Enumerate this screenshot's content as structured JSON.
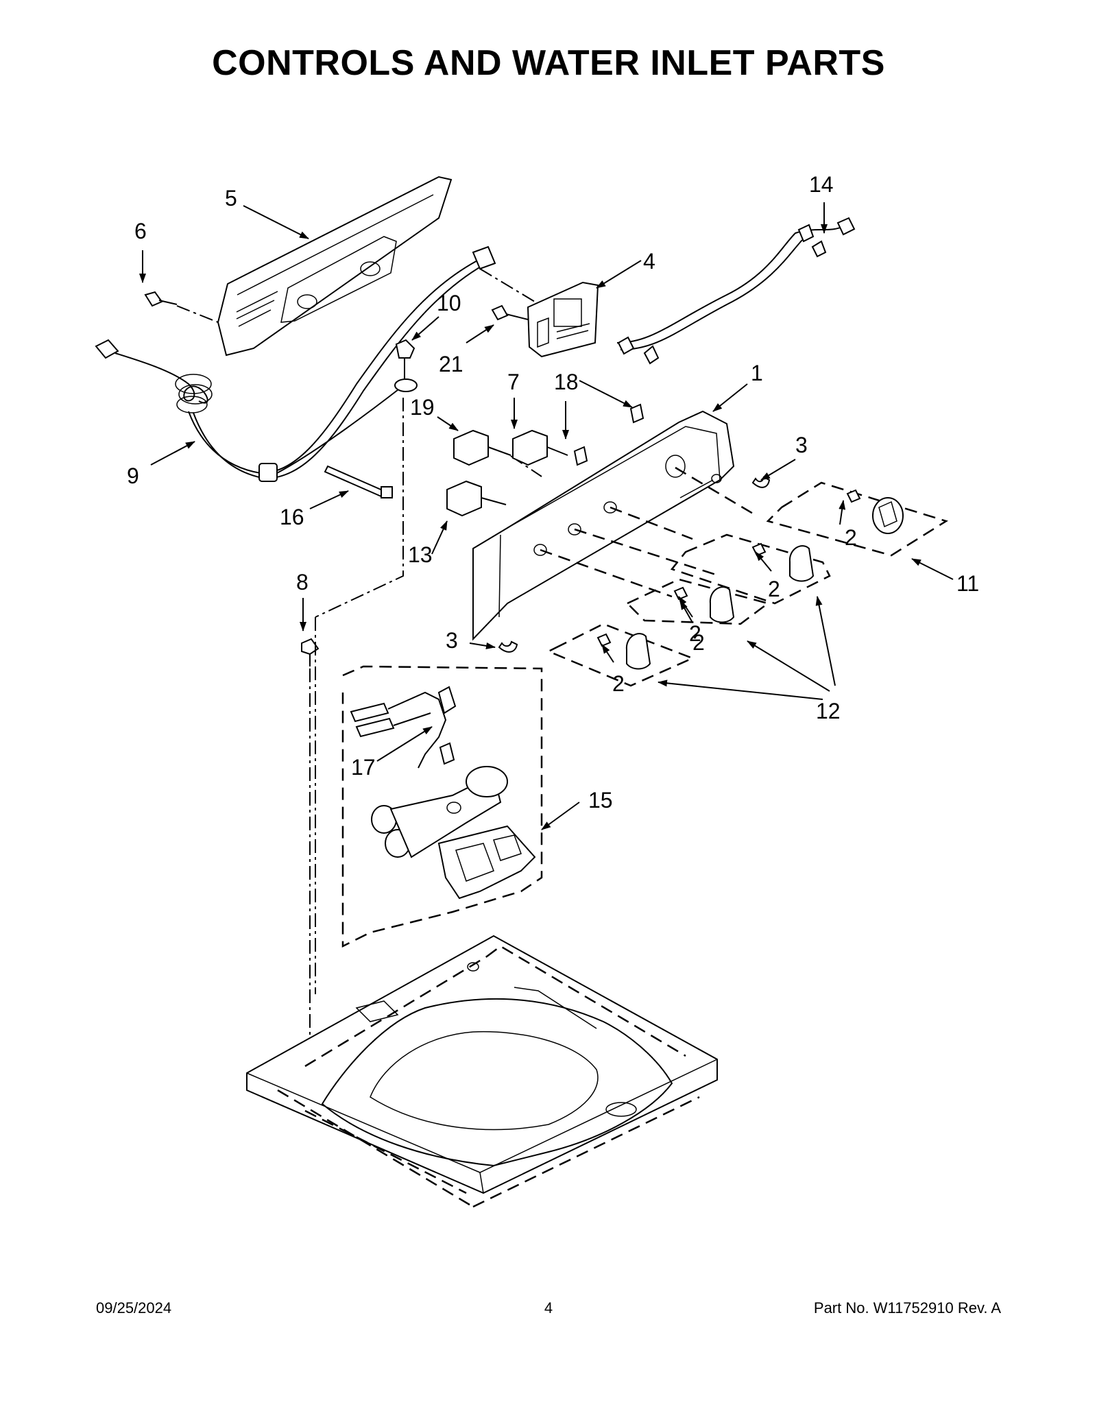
{
  "page": {
    "title": "CONTROLS AND WATER INLET PARTS",
    "date": "09/25/2024",
    "page_number": "4",
    "part_number": "Part No.  W11752910  Rev.  A"
  },
  "callouts": [
    {
      "id": "c1",
      "label": "1"
    },
    {
      "id": "c2a",
      "label": "2"
    },
    {
      "id": "c2b",
      "label": "2"
    },
    {
      "id": "c2c",
      "label": "2"
    },
    {
      "id": "c2d",
      "label": "2"
    },
    {
      "id": "c2e",
      "label": "2"
    },
    {
      "id": "c3a",
      "label": "3"
    },
    {
      "id": "c3b",
      "label": "3"
    },
    {
      "id": "c4",
      "label": "4"
    },
    {
      "id": "c5",
      "label": "5"
    },
    {
      "id": "c6",
      "label": "6"
    },
    {
      "id": "c7",
      "label": "7"
    },
    {
      "id": "c8",
      "label": "8"
    },
    {
      "id": "c9",
      "label": "9"
    },
    {
      "id": "c10",
      "label": "10"
    },
    {
      "id": "c11",
      "label": "11"
    },
    {
      "id": "c12",
      "label": "12"
    },
    {
      "id": "c13",
      "label": "13"
    },
    {
      "id": "c14",
      "label": "14"
    },
    {
      "id": "c15",
      "label": "15"
    },
    {
      "id": "c16",
      "label": "16"
    },
    {
      "id": "c17",
      "label": "17"
    },
    {
      "id": "c18",
      "label": "18"
    },
    {
      "id": "c19",
      "label": "19"
    },
    {
      "id": "c21",
      "label": "21"
    }
  ]
}
